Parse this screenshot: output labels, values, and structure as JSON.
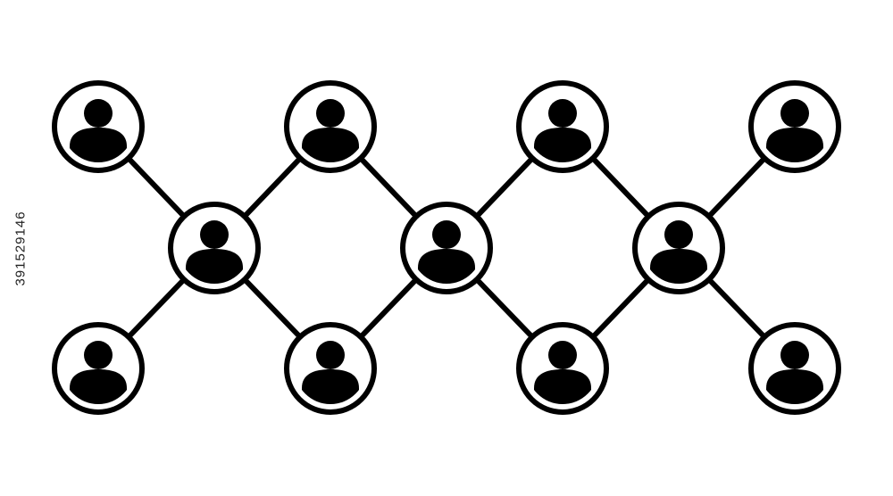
{
  "diagram": {
    "colors": {
      "stroke": "#000000",
      "fill_background": "#ffffff",
      "background": "#ffffff"
    },
    "nodes": [
      {
        "id": "n1",
        "icon": "person-icon",
        "row": "top",
        "col": 0
      },
      {
        "id": "n2",
        "icon": "person-icon",
        "row": "top",
        "col": 2
      },
      {
        "id": "n3",
        "icon": "person-icon",
        "row": "top",
        "col": 4
      },
      {
        "id": "n4",
        "icon": "person-icon",
        "row": "top",
        "col": 6
      },
      {
        "id": "n5",
        "icon": "person-icon",
        "row": "middle",
        "col": 1
      },
      {
        "id": "n6",
        "icon": "person-icon",
        "row": "middle",
        "col": 3
      },
      {
        "id": "n7",
        "icon": "person-icon",
        "row": "middle",
        "col": 5
      },
      {
        "id": "n8",
        "icon": "person-icon",
        "row": "bottom",
        "col": 0
      },
      {
        "id": "n9",
        "icon": "person-icon",
        "row": "bottom",
        "col": 2
      },
      {
        "id": "n10",
        "icon": "person-icon",
        "row": "bottom",
        "col": 4
      },
      {
        "id": "n11",
        "icon": "person-icon",
        "row": "bottom",
        "col": 6
      }
    ],
    "edges": [
      [
        "n1",
        "n5"
      ],
      [
        "n2",
        "n5"
      ],
      [
        "n8",
        "n5"
      ],
      [
        "n9",
        "n5"
      ],
      [
        "n2",
        "n6"
      ],
      [
        "n3",
        "n6"
      ],
      [
        "n9",
        "n6"
      ],
      [
        "n10",
        "n6"
      ],
      [
        "n3",
        "n7"
      ],
      [
        "n4",
        "n7"
      ],
      [
        "n10",
        "n7"
      ],
      [
        "n11",
        "n7"
      ]
    ]
  },
  "watermark": {
    "stock_id": "391529146"
  }
}
